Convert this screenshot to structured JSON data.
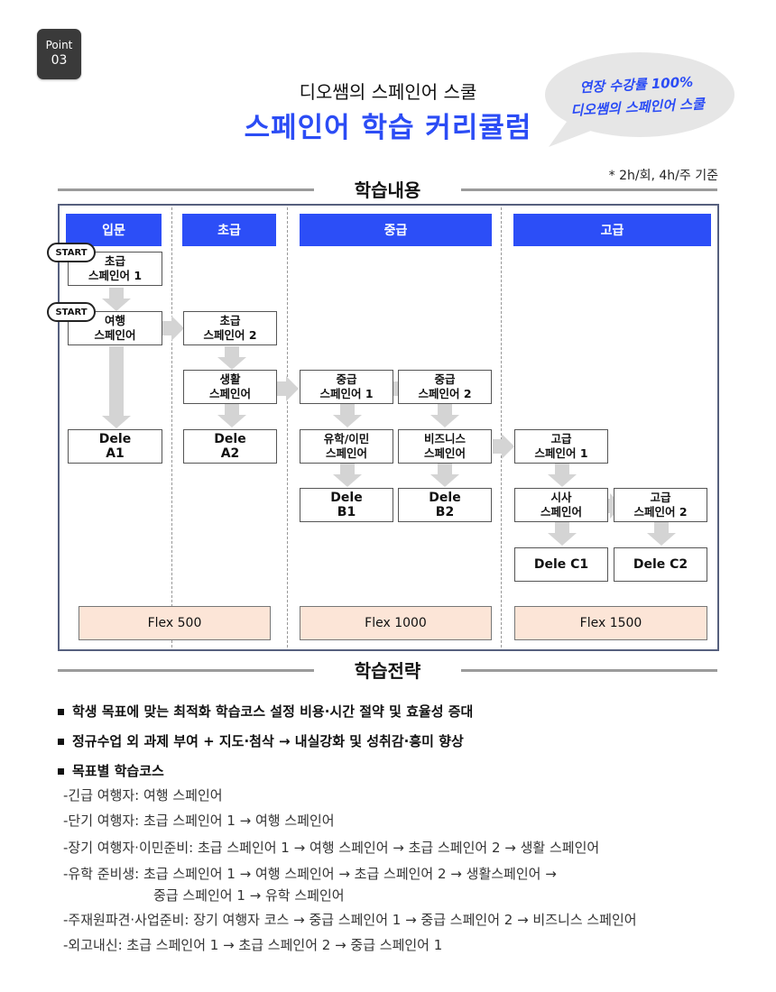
{
  "badge": {
    "label": "Point",
    "number": "03"
  },
  "header": {
    "subtitle": "디오쌤의 스페인어 스쿨",
    "title": "스페인어 학습 커리큘럼"
  },
  "bubble": {
    "line1": "연장 수강률 100%",
    "line2": "디오쌤의 스페인어 스쿨"
  },
  "basis_note": "* 2h/회, 4h/주 기준",
  "section1": "학습내용",
  "section2": "학습전략",
  "curriculum": {
    "phases": [
      "입문",
      "초급",
      "중급",
      "고급"
    ],
    "start_label": "START",
    "courses": {
      "beginner_spanish_1": "초급\n스페인어 1",
      "travel_spanish": "여행\n스페인어",
      "dele_a1": "Dele\nA1",
      "beginner_spanish_2": "초급\n스페인어 2",
      "life_spanish": "생활\n스페인어",
      "dele_a2": "Dele\nA2",
      "intermediate_spanish_1": "중급\n스페인어 1",
      "intermediate_spanish_2": "중급\n스페인어 2",
      "study_immigration_spanish": "유학/이민\n스페인어",
      "business_spanish": "비즈니스\n스페인어",
      "dele_b1": "Dele\nB1",
      "dele_b2": "Dele\nB2",
      "advanced_spanish_1": "고급\n스페인어 1",
      "current_affairs_spanish": "시사\n스페인어",
      "advanced_spanish_2": "고급\n스페인어 2",
      "dele_c1": "Dele C1",
      "dele_c2": "Dele C2"
    },
    "flex": [
      "Flex 500",
      "Flex 1000",
      "Flex 1500"
    ]
  },
  "strategy": {
    "bullets": [
      "학생 목표에 맞는 최적화 학습코스 설정 비용·시간 절약 및 효율성 증대",
      "정규수업 외 과제 부여 + 지도·첨삭 → 내실강화 및 성취감·흥미 향상",
      "목표별 학습코스"
    ],
    "goals": [
      "-긴급 여행자: 여행 스페인어",
      "-단기 여행자: 초급 스페인어 1 → 여행 스페인어",
      "-장기 여행자·이민준비: 초급 스페인어 1 → 여행 스페인어 → 초급 스페인어 2 → 생활 스페인어",
      "-유학 준비생: 초급 스페인어 1 → 여행 스페인어 → 초급 스페인어 2 → 생활스페인어 →",
      "중급 스페인어 1 → 유학 스페인어",
      "-주재원파견·사업준비: 장기 여행자 코스 → 중급 스페인어 1 → 중급 스페인어 2 → 비즈니스 스페인어",
      "-외고내신: 초급 스페인어 1 → 초급 스페인어 2 → 중급 스페인어 1"
    ]
  },
  "colors": {
    "accent": "#2c4ef7",
    "flex_fill": "#fce5d7",
    "arrow": "#d4d4d4"
  }
}
